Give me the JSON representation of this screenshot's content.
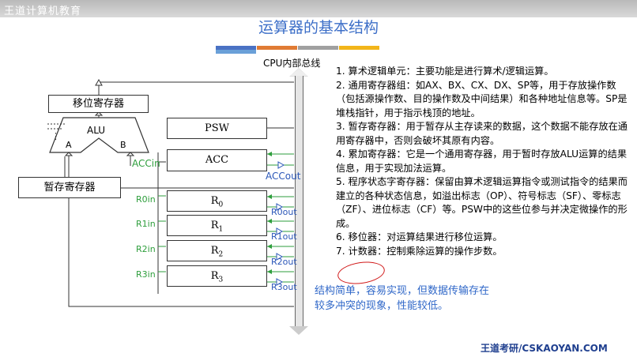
{
  "header": {
    "watermark": "王道计算机教育"
  },
  "slide": {
    "title": "运算器的基本结构",
    "stripe_colors": [
      "#4a72c4",
      "#e07b34",
      "#a0a0a0",
      "#f2b51a",
      "#6aa0d8"
    ]
  },
  "diagram": {
    "bus_label": "CPU内部总线",
    "shifter": "移位寄存器",
    "alu": "ALU",
    "alu_in_a": "A",
    "alu_in_b": "B",
    "temp_reg": "暂存寄存器",
    "psw": "PSW",
    "acc": "ACC",
    "acc_in": "ACCin",
    "acc_out": "ACCout",
    "regs": [
      {
        "name": "R",
        "sub": "0",
        "in": "R0in",
        "out": "R0out"
      },
      {
        "name": "R",
        "sub": "1",
        "in": "R1in",
        "out": "R1out"
      },
      {
        "name": "R",
        "sub": "2",
        "in": "R2in",
        "out": "R2out"
      },
      {
        "name": "R",
        "sub": "3",
        "in": "R3in",
        "out": "R3out"
      }
    ]
  },
  "description": [
    "1. 算术逻辑单元：主要功能是进行算术/逻辑运算。",
    "2. 通用寄存器组：如AX、BX、CX、DX、SP等，用于存放操作数（包括源操作数、目的操作数及中间结果）和各种地址信息等。SP是堆栈指针，用于指示栈顶的地址。",
    "3. 暂存寄存器：用于暂存从主存读来的数据，这个数据不能存放在通用寄存器中，否则会破坏其原有内容。",
    "4. 累加寄存器：它是一个通用寄存器，用于暂时存放ALU运算的结果信息，用于实现加法运算。",
    "5. 程序状态字寄存器：保留由算术逻辑运算指令或测试指令的结果而建立的各种状态信息，如溢出标志（OP）、符号标志（SF）、零标志（ZF）、进位标志（CF）等。PSW中的这些位参与并决定微操作的形成。",
    "6. 移位器：对运算结果进行移位运算。",
    "7. 计数器：控制乘除运算的操作步数。"
  ],
  "summary": [
    "结构简单，容易实现，但数据传输存在",
    "较多冲突的现象，性能较低。"
  ],
  "footer": "王道考研/CSKAOYAN.COM"
}
